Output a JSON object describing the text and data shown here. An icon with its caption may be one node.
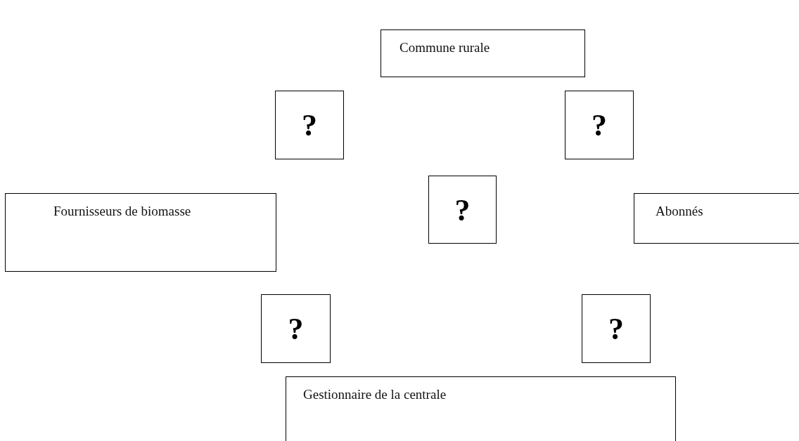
{
  "diagram": {
    "nodes": [
      {
        "text": [
          "Commune rurale"
        ]
      },
      {
        "text": [
          "?"
        ]
      },
      {
        "text": [
          "?"
        ]
      },
      {
        "text": [
          "Fournisseurs de biomasse"
        ]
      },
      {
        "text": [
          "?"
        ]
      },
      {
        "text": [
          "Abonnés"
        ]
      },
      {
        "text": [
          "?"
        ]
      },
      {
        "text": [
          "?"
        ]
      },
      {
        "text": [
          "Gestionnaire de la centrale"
        ]
      }
    ]
  }
}
